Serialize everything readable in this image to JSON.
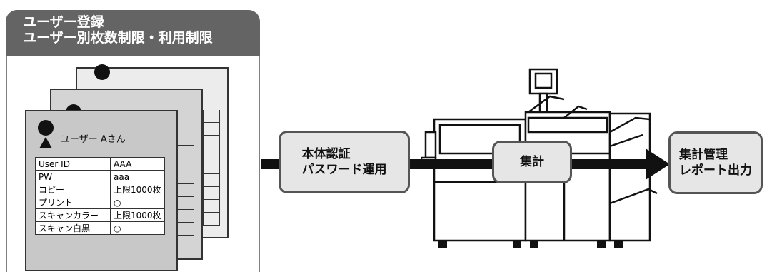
{
  "panel": {
    "title_line1": "ユーザー登録",
    "title_line2": "ユーザー別枚数制限・利用制限"
  },
  "card": {
    "user_name": "ユーザー Aさん",
    "rows": [
      {
        "key": "User ID",
        "value": "AAA"
      },
      {
        "key": "PW",
        "value": "aaa"
      },
      {
        "key": "コピー",
        "value": "上限1000枚"
      },
      {
        "key": "プリント",
        "value": "○"
      },
      {
        "key": "スキャンカラー",
        "value": "上限1000枚"
      },
      {
        "key": "スキャン白黒",
        "value": "○"
      }
    ]
  },
  "flow": {
    "box1_line1": "本体認証",
    "box1_line2": "パスワード運用",
    "box2": "集計",
    "box3_line1": "集計管理",
    "box3_line2": "レポート出力"
  },
  "icons": [
    "user-icon",
    "printer-illustration",
    "arrow-right"
  ]
}
